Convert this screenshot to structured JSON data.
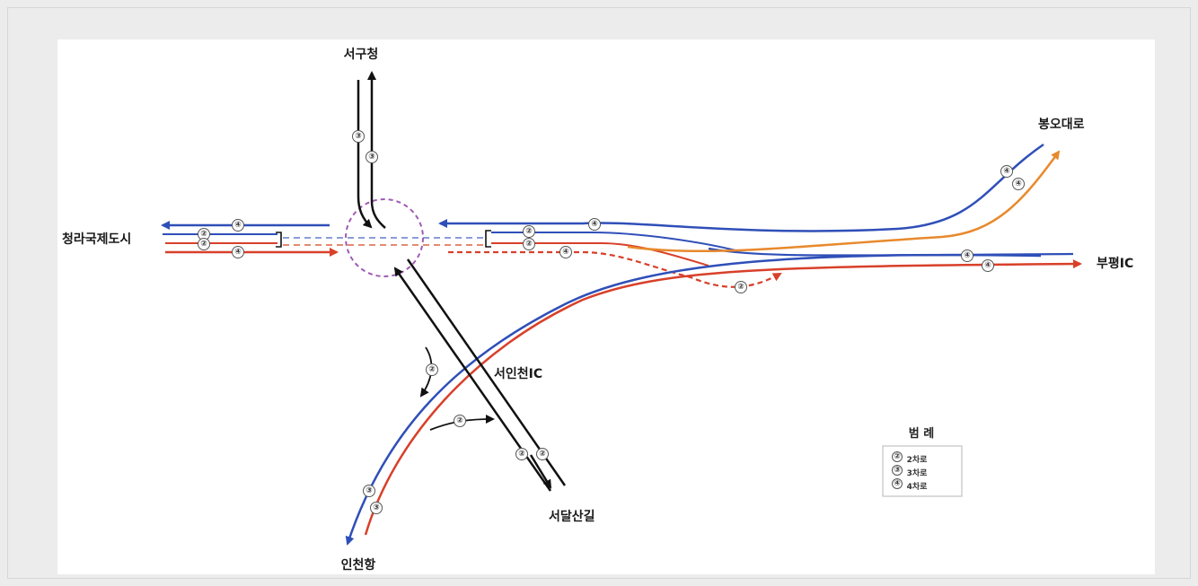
{
  "colors": {
    "blue": "#2f4fb8",
    "red": "#d8402a",
    "orange": "#e8892c",
    "black": "#111111",
    "junction": "#a05ab4"
  },
  "places": {
    "north": "서구청",
    "west": "청라국제도시",
    "northeast": "봉오대로",
    "east": "부평IC",
    "southeast": "서달산길",
    "south": "인천항",
    "center": "서인천IC"
  },
  "lane_marks": {
    "two": "②",
    "three": "③",
    "four": "④"
  },
  "legend": {
    "title": "범 례",
    "items": [
      {
        "mark": "②",
        "label": "2차로"
      },
      {
        "mark": "③",
        "label": "3차로"
      },
      {
        "mark": "④",
        "label": "4차로"
      }
    ]
  }
}
